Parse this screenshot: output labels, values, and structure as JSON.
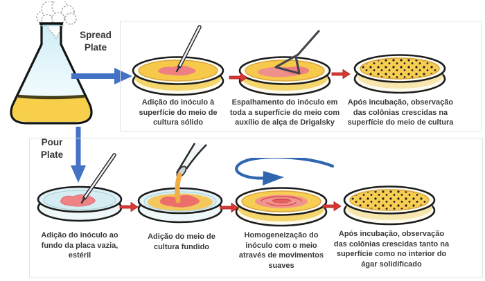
{
  "labels": {
    "spread_plate": "Spread Plate",
    "pour_plate": "Pour Plate"
  },
  "top_row": {
    "name": "Spread Plate technique",
    "steps": [
      {
        "icon": "petri-dish-pipette-icon",
        "caption": "Adição do inóculo à\nsuperfície do meio de\ncultura sólido"
      },
      {
        "icon": "petri-dish-drigalsky-spreader-icon",
        "caption": "Espalhamento do inóculo em\ntoda a superfície do meio com\nauxílio de alça de Drigalsky"
      },
      {
        "icon": "petri-dish-colonies-icon",
        "caption": "Após incubação, observação\ndas colônias crescidas na\nsuperfície do meio de cultura"
      }
    ]
  },
  "bottom_row": {
    "name": "Pour Plate technique",
    "steps": [
      {
        "icon": "empty-plate-pipette-icon",
        "caption": "Adição do inóculo ao\nfundo da placa vazia,\nestéril"
      },
      {
        "icon": "plate-pouring-flask-icon",
        "caption": "Adição do meio de\ncultura fundido"
      },
      {
        "icon": "plate-swirl-homogenization-icon",
        "caption": "Homogeneização do\ninóculo com o meio\natravés de movimentos\nsuaves"
      },
      {
        "icon": "petri-dish-colonies-icon",
        "caption": "Após incubação, observação\ndas colônias crescidas tanto na\nsuperfície como no interior do\nágar solidificado"
      }
    ]
  },
  "colors": {
    "agar_yellow": "#f6c94a",
    "agar_side_stripe": "#f4d66d",
    "inoculum_pink": "#ee7f82",
    "arrow_red": "#da3832",
    "arrow_blue": "#4472c4",
    "empty_plate_blue": "#dff1f5",
    "flask_liquid_yellow": "#f7cf4a",
    "outline_black": "#1c1c1c"
  }
}
